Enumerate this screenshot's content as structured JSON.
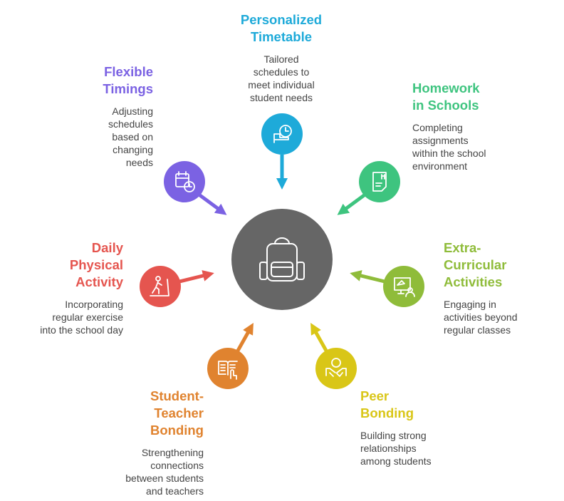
{
  "center": {
    "icon": "backpack-icon",
    "color": "#666666"
  },
  "nodes": [
    {
      "id": "personalized-timetable",
      "title": "Personalized\nTimetable",
      "desc": "Tailored\nschedules to\nmeet individual\nstudent needs",
      "color": "#1eaad9",
      "icon": "bed-clock-icon"
    },
    {
      "id": "flexible-timings",
      "title": "Flexible\nTimings",
      "desc": "Adjusting\nschedules\nbased on\nchanging\nneeds",
      "color": "#7b62e3",
      "icon": "calendar-clock-icon"
    },
    {
      "id": "homework-in-schools",
      "title": "Homework\nin Schools",
      "desc": "Completing\nassignments\nwithin the school\nenvironment",
      "color": "#3ec47f",
      "icon": "graded-paper-icon"
    },
    {
      "id": "daily-physical-activity",
      "title": "Daily\nPhysical\nActivity",
      "desc": "Incorporating\nregular exercise\ninto the school day",
      "color": "#e5554f",
      "icon": "treadmill-icon"
    },
    {
      "id": "extra-curricular-activities",
      "title": "Extra-\nCurricular\nActivities",
      "desc": "Engaging in\nactivities beyond\nregular classes",
      "color": "#8fbc3a",
      "icon": "online-class-icon"
    },
    {
      "id": "student-teacher-bonding",
      "title": "Student-\nTeacher\nBonding",
      "desc": "Strengthening\nconnections\nbetween students\nand teachers",
      "color": "#e0832f",
      "icon": "book-reading-icon"
    },
    {
      "id": "peer-bonding",
      "title": "Peer\nBonding",
      "desc": "Building strong\nrelationships\namong students",
      "color": "#d9c617",
      "icon": "handshake-icon"
    }
  ]
}
